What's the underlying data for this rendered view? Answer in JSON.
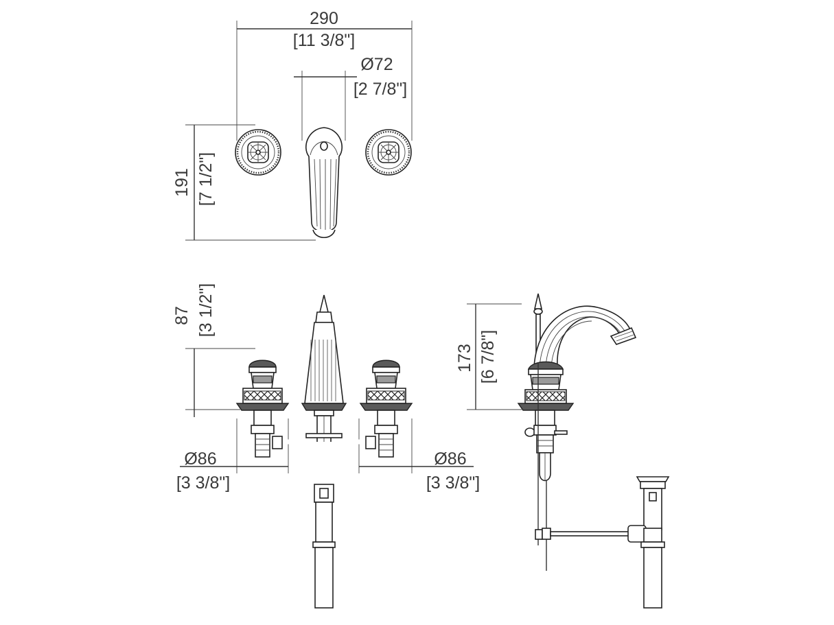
{
  "views": {
    "top": {
      "overall_width": {
        "mm": "290",
        "inch": "[11 3/8\"]"
      },
      "spout_diameter": {
        "mm": "Ø72",
        "inch": "[2 7/8\"]"
      },
      "depth": {
        "mm": "191",
        "inch": "[7 1/2\"]"
      }
    },
    "front": {
      "handle_height": {
        "mm": "87",
        "inch": "[3 1/2\"]"
      },
      "left_handle_base": {
        "mm": "Ø86",
        "inch": "[3 3/8\"]"
      },
      "right_handle_base": {
        "mm": "Ø86",
        "inch": "[3 3/8\"]"
      }
    },
    "side": {
      "spout_height": {
        "mm": "173",
        "inch": "[6 7/8\"]"
      }
    }
  }
}
